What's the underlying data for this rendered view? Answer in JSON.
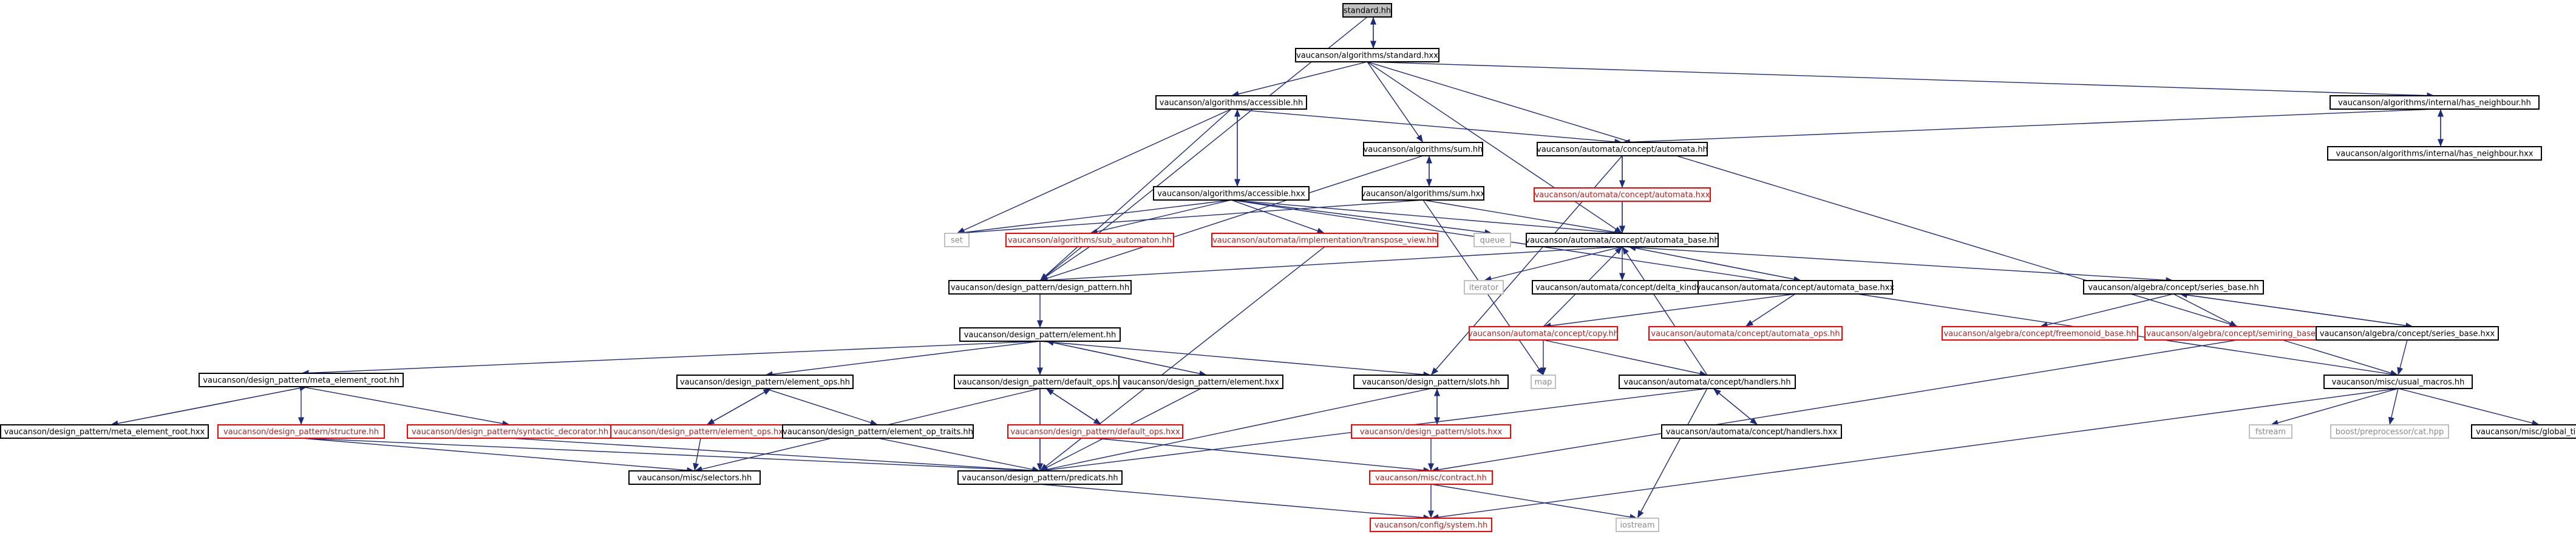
{
  "nodes": [
    {
      "id": "standard_hh",
      "label": "standard.hh",
      "style": "root"
    },
    {
      "id": "standard_hxx",
      "label": "vaucanson/algorithms/standard.hxx",
      "style": "black"
    },
    {
      "id": "accessible_hh",
      "label": "vaucanson/algorithms/accessible.hh",
      "style": "black"
    },
    {
      "id": "has_neighbour_hh",
      "label": "vaucanson/algorithms/internal/has_neighbour.hh",
      "style": "black"
    },
    {
      "id": "has_neighbour_hxx",
      "label": "vaucanson/algorithms/internal/has_neighbour.hxx",
      "style": "black"
    },
    {
      "id": "automata_hh",
      "label": "vaucanson/automata/concept/automata.hh",
      "style": "black"
    },
    {
      "id": "automata_hxx",
      "label": "vaucanson/automata/concept/automata.hxx",
      "style": "red"
    },
    {
      "id": "sum_hh",
      "label": "vaucanson/algorithms/sum.hh",
      "style": "black"
    },
    {
      "id": "sum_hxx",
      "label": "vaucanson/algorithms/sum.hxx",
      "style": "black"
    },
    {
      "id": "accessible_hxx",
      "label": "vaucanson/algorithms/accessible.hxx",
      "style": "black"
    },
    {
      "id": "set",
      "label": "set",
      "style": "gray"
    },
    {
      "id": "sub_automaton_hh",
      "label": "vaucanson/algorithms/sub_automaton.hh",
      "style": "red"
    },
    {
      "id": "transpose_view_hh",
      "label": "vaucanson/automata/implementation/transpose_view.hh",
      "style": "red"
    },
    {
      "id": "queue",
      "label": "queue",
      "style": "gray"
    },
    {
      "id": "automata_base_hh",
      "label": "vaucanson/automata/concept/automata_base.hh",
      "style": "black"
    },
    {
      "id": "design_pattern_hh",
      "label": "vaucanson/design_pattern/design_pattern.hh",
      "style": "black"
    },
    {
      "id": "iterator",
      "label": "iterator",
      "style": "gray"
    },
    {
      "id": "delta_kind_hh",
      "label": "vaucanson/automata/concept/delta_kind.hh",
      "style": "black"
    },
    {
      "id": "automata_base_hxx",
      "label": "vaucanson/automata/concept/automata_base.hxx",
      "style": "black"
    },
    {
      "id": "series_base_hh",
      "label": "vaucanson/algebra/concept/series_base.hh",
      "style": "black"
    },
    {
      "id": "copy_hh",
      "label": "vaucanson/automata/concept/copy.hh",
      "style": "red"
    },
    {
      "id": "automata_ops_hh",
      "label": "vaucanson/automata/concept/automata_ops.hh",
      "style": "red"
    },
    {
      "id": "freemonoid_base_hh",
      "label": "vaucanson/algebra/concept/freemonoid_base.hh",
      "style": "red"
    },
    {
      "id": "semiring_base_hh",
      "label": "vaucanson/algebra/concept/semiring_base.hh",
      "style": "red"
    },
    {
      "id": "series_base_hxx",
      "label": "vaucanson/algebra/concept/series_base.hxx",
      "style": "black"
    },
    {
      "id": "element_hh",
      "label": "vaucanson/design_pattern/element.hh",
      "style": "black"
    },
    {
      "id": "meta_element_root_hh",
      "label": "vaucanson/design_pattern/meta_element_root.hh",
      "style": "black"
    },
    {
      "id": "element_ops_hh",
      "label": "vaucanson/design_pattern/element_ops.hh",
      "style": "black"
    },
    {
      "id": "default_ops_hh",
      "label": "vaucanson/design_pattern/default_ops.hh",
      "style": "black"
    },
    {
      "id": "element_hxx",
      "label": "vaucanson/design_pattern/element.hxx",
      "style": "black"
    },
    {
      "id": "slots_hh",
      "label": "vaucanson/design_pattern/slots.hh",
      "style": "black"
    },
    {
      "id": "map",
      "label": "map",
      "style": "gray"
    },
    {
      "id": "handlers_hh",
      "label": "vaucanson/automata/concept/handlers.hh",
      "style": "black"
    },
    {
      "id": "usual_macros_hh",
      "label": "vaucanson/misc/usual_macros.hh",
      "style": "black"
    },
    {
      "id": "meta_element_root_hxx",
      "label": "vaucanson/design_pattern/meta_element_root.hxx",
      "style": "black"
    },
    {
      "id": "structure_hh",
      "label": "vaucanson/design_pattern/structure.hh",
      "style": "red"
    },
    {
      "id": "syntactic_decorator_hh",
      "label": "vaucanson/design_pattern/syntactic_decorator.hh",
      "style": "red"
    },
    {
      "id": "element_ops_hxx",
      "label": "vaucanson/design_pattern/element_ops.hxx",
      "style": "red"
    },
    {
      "id": "element_op_traits_hh",
      "label": "vaucanson/design_pattern/element_op_traits.hh",
      "style": "black"
    },
    {
      "id": "default_ops_hxx",
      "label": "vaucanson/design_pattern/default_ops.hxx",
      "style": "red"
    },
    {
      "id": "slots_hxx",
      "label": "vaucanson/design_pattern/slots.hxx",
      "style": "red"
    },
    {
      "id": "handlers_hxx",
      "label": "vaucanson/automata/concept/handlers.hxx",
      "style": "black"
    },
    {
      "id": "fstream",
      "label": "fstream",
      "style": "gray"
    },
    {
      "id": "cat_hpp",
      "label": "boost/preprocessor/cat.hpp",
      "style": "gray"
    },
    {
      "id": "global_timer_hh",
      "label": "vaucanson/misc/global_timer.hh",
      "style": "black"
    },
    {
      "id": "selectors_hh",
      "label": "vaucanson/misc/selectors.hh",
      "style": "black"
    },
    {
      "id": "predicats_hh",
      "label": "vaucanson/design_pattern/predicats.hh",
      "style": "black"
    },
    {
      "id": "contract_hh",
      "label": "vaucanson/misc/contract.hh",
      "style": "red"
    },
    {
      "id": "iostream",
      "label": "iostream",
      "style": "gray"
    },
    {
      "id": "system_hh",
      "label": "vaucanson/config/system.hh",
      "style": "red"
    }
  ],
  "edges": [
    [
      "standard_hh",
      "standard_hxx"
    ],
    [
      "standard_hxx",
      "standard_hh"
    ],
    [
      "standard_hh",
      "design_pattern_hh"
    ],
    [
      "standard_hxx",
      "accessible_hh"
    ],
    [
      "standard_hxx",
      "sum_hh"
    ],
    [
      "standard_hxx",
      "has_neighbour_hh"
    ],
    [
      "standard_hxx",
      "automata_base_hh"
    ],
    [
      "standard_hxx",
      "usual_macros_hh"
    ],
    [
      "accessible_hh",
      "automata_hh"
    ],
    [
      "accessible_hh",
      "set"
    ],
    [
      "accessible_hh",
      "design_pattern_hh"
    ],
    [
      "accessible_hh",
      "accessible_hxx"
    ],
    [
      "accessible_hxx",
      "accessible_hh"
    ],
    [
      "has_neighbour_hh",
      "automata_hh"
    ],
    [
      "has_neighbour_hh",
      "has_neighbour_hxx"
    ],
    [
      "has_neighbour_hxx",
      "has_neighbour_hh"
    ],
    [
      "automata_hh",
      "automata_hxx"
    ],
    [
      "automata_hh",
      "automata_base_hh"
    ],
    [
      "automata_hh",
      "slots_hh"
    ],
    [
      "automata_hxx",
      "automata_base_hh"
    ],
    [
      "sum_hh",
      "sum_hxx"
    ],
    [
      "sum_hxx",
      "sum_hh"
    ],
    [
      "sum_hh",
      "design_pattern_hh"
    ],
    [
      "sum_hxx",
      "set"
    ],
    [
      "sum_hxx",
      "automata_base_hh"
    ],
    [
      "sum_hxx",
      "map"
    ],
    [
      "accessible_hxx",
      "set"
    ],
    [
      "accessible_hxx",
      "sub_automaton_hh"
    ],
    [
      "accessible_hxx",
      "transpose_view_hh"
    ],
    [
      "accessible_hxx",
      "queue"
    ],
    [
      "accessible_hxx",
      "automata_base_hh"
    ],
    [
      "accessible_hxx",
      "usual_macros_hh"
    ],
    [
      "sub_automaton_hh",
      "design_pattern_hh"
    ],
    [
      "transpose_view_hh",
      "predicats_hh"
    ],
    [
      "automata_base_hh",
      "design_pattern_hh"
    ],
    [
      "automata_base_hh",
      "iterator"
    ],
    [
      "automata_base_hh",
      "delta_kind_hh"
    ],
    [
      "automata_base_hh",
      "automata_base_hxx"
    ],
    [
      "automata_base_hxx",
      "automata_base_hh"
    ],
    [
      "automata_base_hh",
      "series_base_hh"
    ],
    [
      "automata_base_hxx",
      "copy_hh"
    ],
    [
      "automata_base_hxx",
      "automata_ops_hh"
    ],
    [
      "handlers_hh",
      "automata_base_hh"
    ],
    [
      "copy_hh",
      "automata_base_hh"
    ],
    [
      "copy_hh",
      "map"
    ],
    [
      "copy_hh",
      "handlers_hh"
    ],
    [
      "series_base_hh",
      "freemonoid_base_hh"
    ],
    [
      "series_base_hh",
      "semiring_base_hh"
    ],
    [
      "series_base_hh",
      "series_base_hxx"
    ],
    [
      "series_base_hxx",
      "series_base_hh"
    ],
    [
      "series_base_hxx",
      "usual_macros_hh"
    ],
    [
      "semiring_base_hh",
      "contract_hh"
    ],
    [
      "design_pattern_hh",
      "element_hh"
    ],
    [
      "element_hh",
      "meta_element_root_hh"
    ],
    [
      "element_hh",
      "element_ops_hh"
    ],
    [
      "element_hh",
      "default_ops_hh"
    ],
    [
      "element_hh",
      "element_hxx"
    ],
    [
      "element_hxx",
      "element_hh"
    ],
    [
      "element_hh",
      "slots_hh"
    ],
    [
      "element_hh",
      "predicats_hh"
    ],
    [
      "meta_element_root_hh",
      "meta_element_root_hxx"
    ],
    [
      "meta_element_root_hxx",
      "meta_element_root_hh"
    ],
    [
      "meta_element_root_hh",
      "structure_hh"
    ],
    [
      "meta_element_root_hh",
      "syntactic_decorator_hh"
    ],
    [
      "structure_hh",
      "selectors_hh"
    ],
    [
      "structure_hh",
      "predicats_hh"
    ],
    [
      "syntactic_decorator_hh",
      "predicats_hh"
    ],
    [
      "element_ops_hh",
      "element_ops_hxx"
    ],
    [
      "element_ops_hxx",
      "element_ops_hh"
    ],
    [
      "element_ops_hh",
      "element_op_traits_hh"
    ],
    [
      "element_ops_hxx",
      "selectors_hh"
    ],
    [
      "element_op_traits_hh",
      "predicats_hh"
    ],
    [
      "default_ops_hh",
      "default_ops_hxx"
    ],
    [
      "default_ops_hxx",
      "default_ops_hh"
    ],
    [
      "default_ops_hh",
      "selectors_hh"
    ],
    [
      "default_ops_hh",
      "predicats_hh"
    ],
    [
      "default_ops_hxx",
      "contract_hh"
    ],
    [
      "element_hxx",
      "predicats_hh"
    ],
    [
      "slots_hh",
      "slots_hxx"
    ],
    [
      "slots_hxx",
      "slots_hh"
    ],
    [
      "slots_hh",
      "predicats_hh"
    ],
    [
      "slots_hxx",
      "contract_hh"
    ],
    [
      "handlers_hh",
      "handlers_hxx"
    ],
    [
      "handlers_hxx",
      "handlers_hh"
    ],
    [
      "handlers_hh",
      "predicats_hh"
    ],
    [
      "handlers_hh",
      "iostream"
    ],
    [
      "usual_macros_hh",
      "fstream"
    ],
    [
      "usual_macros_hh",
      "cat_hpp"
    ],
    [
      "usual_macros_hh",
      "global_timer_hh"
    ],
    [
      "usual_macros_hh",
      "system_hh"
    ],
    [
      "predicats_hh",
      "system_hh"
    ],
    [
      "contract_hh",
      "iostream"
    ],
    [
      "contract_hh",
      "system_hh"
    ]
  ]
}
